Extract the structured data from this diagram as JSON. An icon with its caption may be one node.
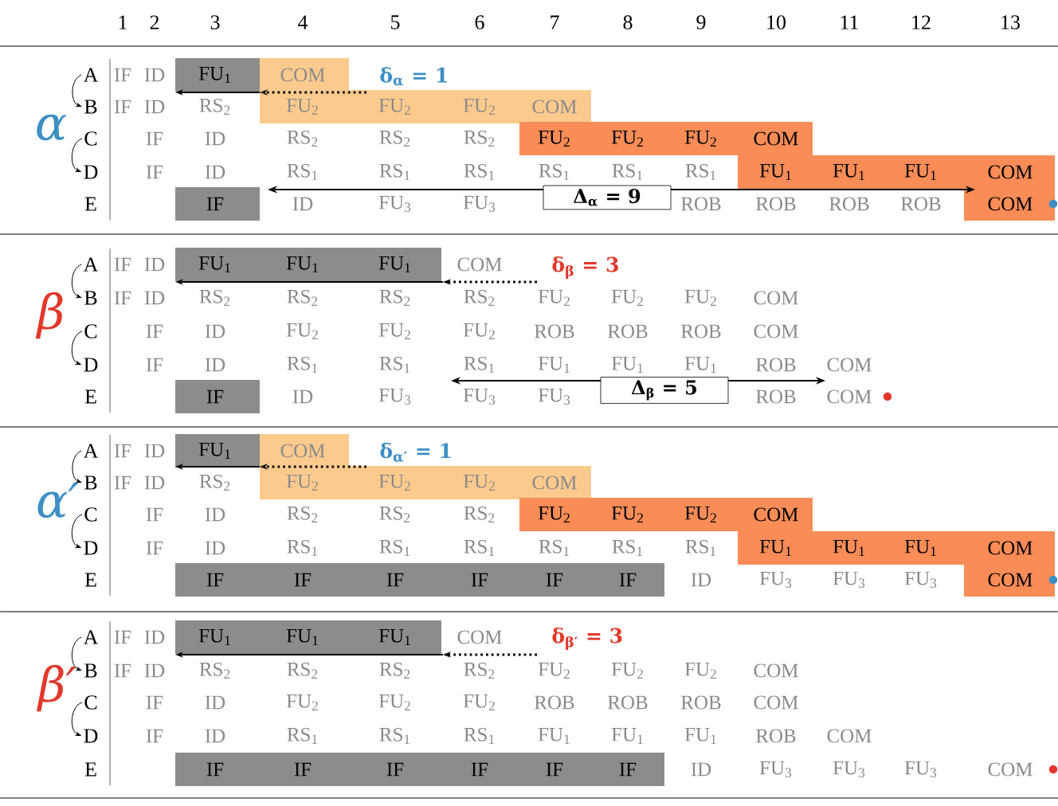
{
  "diagram": {
    "nodes": [
      {
        "text": [
          "A"
        ]
      },
      {
        "text": [
          "B"
        ]
      },
      {
        "text": [
          "C"
        ]
      },
      {
        "text": [
          "D"
        ]
      },
      {
        "text": [
          "E"
        ]
      },
      {
        "text": [
          "A"
        ]
      },
      {
        "text": [
          "B"
        ]
      },
      {
        "text": [
          "C"
        ]
      },
      {
        "text": [
          "D"
        ]
      },
      {
        "text": [
          "E"
        ]
      },
      {
        "text": [
          "A"
        ]
      },
      {
        "text": [
          "B"
        ]
      },
      {
        "text": [
          "C"
        ]
      },
      {
        "text": [
          "D"
        ]
      },
      {
        "text": [
          "E"
        ]
      },
      {
        "text": [
          "A"
        ]
      },
      {
        "text": [
          "B"
        ]
      },
      {
        "text": [
          "C"
        ]
      },
      {
        "text": [
          "D"
        ]
      },
      {
        "text": [
          "E"
        ]
      }
    ],
    "edges": [
      {
        "from": 0,
        "to": 1,
        "arrow": "to"
      },
      {
        "from": 2,
        "to": 3,
        "arrow": "to"
      },
      {
        "from": 5,
        "to": 6,
        "arrow": "to"
      },
      {
        "from": 7,
        "to": 8,
        "arrow": "to"
      },
      {
        "from": 10,
        "to": 11,
        "arrow": "to"
      },
      {
        "from": 12,
        "to": 13,
        "arrow": "to"
      },
      {
        "from": 15,
        "to": 16,
        "arrow": "to"
      },
      {
        "from": 17,
        "to": 18,
        "arrow": "to"
      }
    ],
    "labels": [
      "1",
      "2",
      "3",
      "4",
      "5",
      "6",
      "7",
      "8",
      "9",
      "10",
      "11",
      "12",
      "13",
      "α",
      "IF",
      "ID",
      "FU$_{1}$",
      "COM",
      "δ$_{α}$ = 1",
      "IF",
      "ID",
      "RS$_{2}$",
      "FU$_{2}$",
      "FU$_{2}$",
      "FU$_{2}$",
      "COM",
      "IF",
      "ID",
      "RS$_{2}$",
      "RS$_{2}$",
      "RS$_{2}$",
      "FU$_{2}$",
      "FU$_{2}$",
      "FU$_{2}$",
      "COM",
      "IF",
      "ID",
      "RS$_{1}$",
      "RS$_{1}$",
      "RS$_{1}$",
      "RS$_{1}$",
      "RS$_{1}$",
      "RS$_{1}$",
      "FU$_{1}$",
      "FU$_{1}$",
      "FU$_{1}$",
      "COM",
      "IF",
      "ID",
      "FU$_{3}$",
      "FU$_{3}$",
      "Δ$_{α}$ = 9",
      "ROB",
      "ROB",
      "ROB",
      "ROB",
      "COM",
      "β",
      "IF",
      "ID",
      "FU$_{1}$",
      "FU$_{1}$",
      "FU$_{1}$",
      "COM",
      "δ$_{β}$ = 3",
      "IF",
      "ID",
      "RS$_{2}$",
      "RS$_{2}$",
      "RS$_{2}$",
      "RS$_{2}$",
      "FU$_{2}$",
      "FU$_{2}$",
      "FU$_{2}$",
      "COM",
      "IF",
      "ID",
      "FU$_{2}$",
      "FU$_{2}$",
      "FU$_{2}$",
      "ROB",
      "ROB",
      "ROB",
      "COM",
      "IF",
      "ID",
      "RS$_{1}$",
      "RS$_{1}$",
      "RS$_{1}$",
      "FU$_{1}$",
      "FU$_{1}$",
      "FU$_{1}$",
      "ROB",
      "COM",
      "IF",
      "ID",
      "FU$_{3}$",
      "FU$_{3}$",
      "FU$_{3}$",
      "Δ$_{β}$ = 5",
      "ROB",
      "COM",
      "α′",
      "IF",
      "ID",
      "FU$_{1}$",
      "COM",
      "δ$_{α′}$ = 1",
      "IF",
      "ID",
      "RS$_{2}$",
      "FU$_{2}$",
      "FU$_{2}$",
      "FU$_{2}$",
      "COM",
      "IF",
      "ID",
      "RS$_{2}$",
      "RS$_{2}$",
      "RS$_{2}$",
      "FU$_{2}$",
      "FU$_{2}$",
      "FU$_{2}$",
      "COM",
      "IF",
      "ID",
      "RS$_{1}$",
      "RS$_{1}$",
      "RS$_{1}$",
      "RS$_{1}$",
      "RS$_{1}$",
      "RS$_{1}$",
      "FU$_{1}$",
      "FU$_{1}$",
      "FU$_{1}$",
      "COM",
      "IF",
      "IF",
      "IF",
      "IF",
      "IF",
      "IF",
      "ID",
      "FU$_{3}$",
      "FU$_{3}$",
      "FU$_{3}$",
      "COM",
      "β′",
      "IF",
      "ID",
      "FU$_{1}$",
      "FU$_{1}$",
      "FU$_{1}$",
      "COM",
      "δ$_{β′}$ = 3",
      "IF",
      "ID",
      "RS$_{2}$",
      "RS$_{2}$",
      "RS$_{2}$",
      "RS$_{2}$",
      "FU$_{2}$",
      "FU$_{2}$",
      "FU$_{2}$",
      "COM",
      "IF",
      "ID",
      "FU$_{2}$",
      "FU$_{2}$",
      "FU$_{2}$",
      "ROB",
      "ROB",
      "ROB",
      "COM",
      "IF",
      "ID",
      "RS$_{1}$",
      "RS$_{1}$",
      "RS$_{1}$",
      "FU$_{1}$",
      "FU$_{1}$",
      "FU$_{1}$",
      "ROB",
      "COM",
      "IF",
      "IF",
      "IF",
      "IF",
      "IF",
      "IF",
      "ID",
      "FU$_{3}$",
      "FU$_{3}$",
      "FU$_{3}$",
      "COM"
    ]
  }
}
